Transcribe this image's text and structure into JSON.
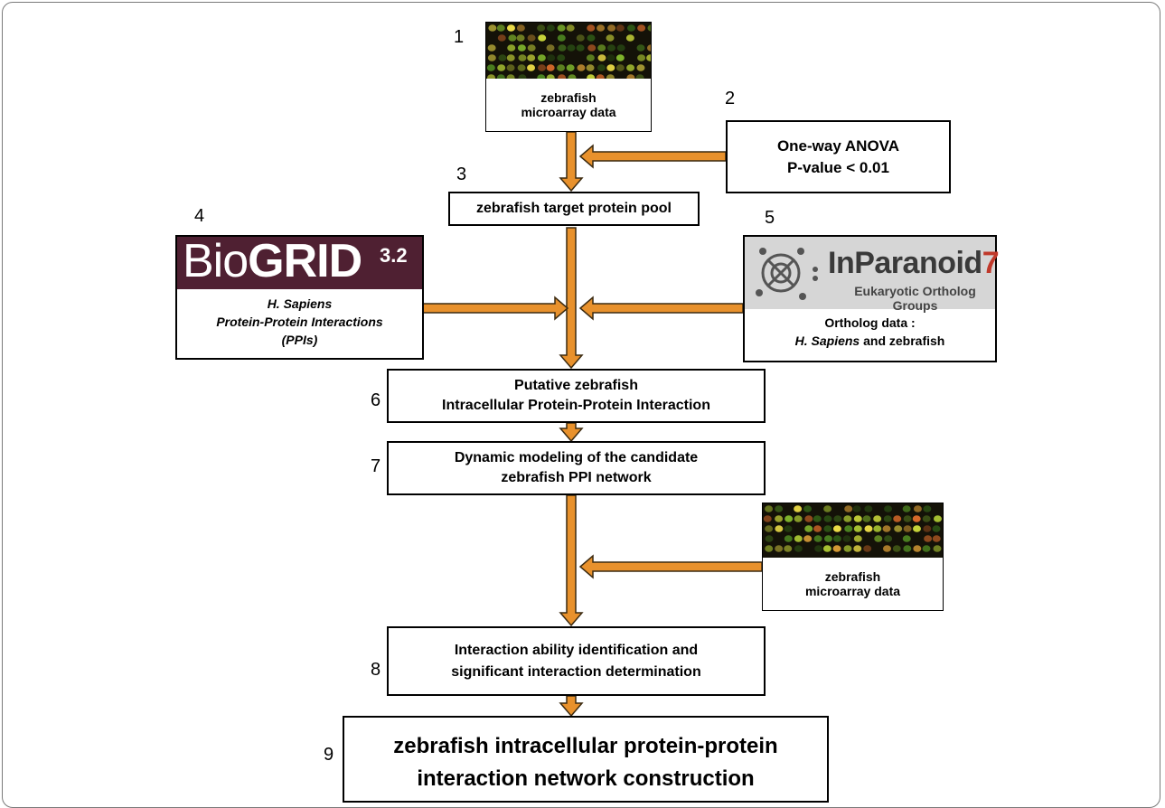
{
  "steps": {
    "s1": {
      "num": "1",
      "lines": [
        "zebrafish",
        "microarray data"
      ]
    },
    "s2": {
      "num": "2",
      "lines": [
        "One-way ANOVA",
        "P-value < 0.01"
      ]
    },
    "s3": {
      "num": "3",
      "lines": [
        "zebrafish target protein pool"
      ]
    },
    "s4": {
      "num": "4",
      "logo_bio": "Bio",
      "logo_grid": "GRID",
      "logo_version": "3.2",
      "lines": [
        "H. Sapiens",
        "Protein-Protein Interactions",
        "(PPIs)"
      ]
    },
    "s5": {
      "num": "5",
      "logo_title": "InParanoid",
      "logo_title_digit": "7",
      "logo_subtitle": "Eukaryotic Ortholog Groups",
      "line1": "Ortholog data :",
      "line2_italic": "H. Sapiens",
      "line2_rest": " and zebrafish"
    },
    "s6": {
      "num": "6",
      "lines": [
        "Putative zebrafish",
        "Intracellular Protein-Protein Interaction"
      ]
    },
    "s7": {
      "num": "7",
      "lines": [
        "Dynamic modeling  of the candidate",
        "zebrafish PPI network"
      ]
    },
    "s7b": {
      "lines": [
        "zebrafish",
        "microarray data"
      ]
    },
    "s8": {
      "num": "8",
      "lines": [
        "Interaction ability identification and",
        "significant interaction determination"
      ]
    },
    "s9": {
      "num": "9",
      "lines": [
        "zebrafish intracellular protein-protein",
        "interaction network construction"
      ]
    }
  },
  "colors": {
    "arrow_fill": "#e8912c",
    "arrow_stroke": "#3b2a10",
    "biogrid_bg": "#4f2032",
    "inparanoid_bg": "#d6d6d6"
  }
}
